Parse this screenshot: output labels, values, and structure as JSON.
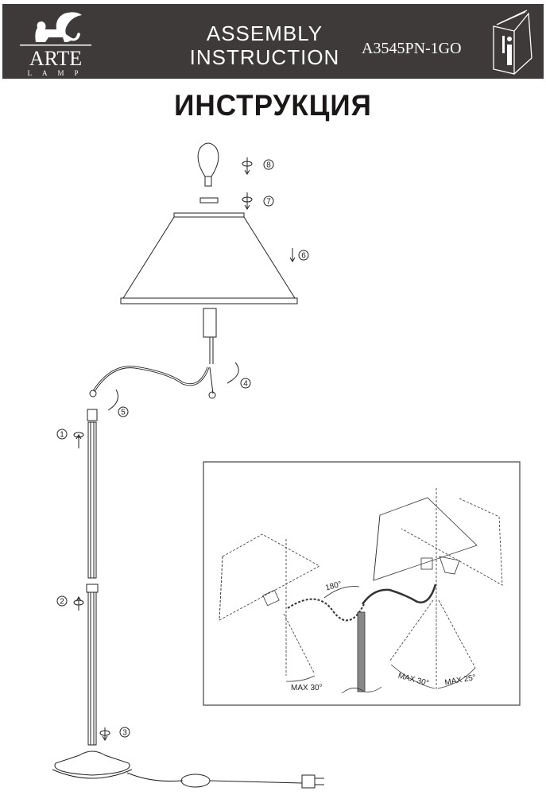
{
  "header": {
    "brand_name": "ARTE",
    "brand_sub": "LAMP",
    "title_line1": "ASSEMBLY",
    "title_line2": "INSTRUCTION",
    "model": "A3545PN-1GO",
    "info_icon": "instruction-book-icon"
  },
  "page_title": "ИНСТРУКЦИЯ",
  "steps": [
    "1",
    "2",
    "3",
    "4",
    "5",
    "6",
    "7",
    "8"
  ],
  "inset": {
    "rotation": "180°",
    "max_left": "MAX 30°",
    "max_mid": "MAX 30°",
    "max_right": "MAX 25°"
  },
  "colors": {
    "header_bg": "#3d3a39",
    "ink": "#222222"
  }
}
